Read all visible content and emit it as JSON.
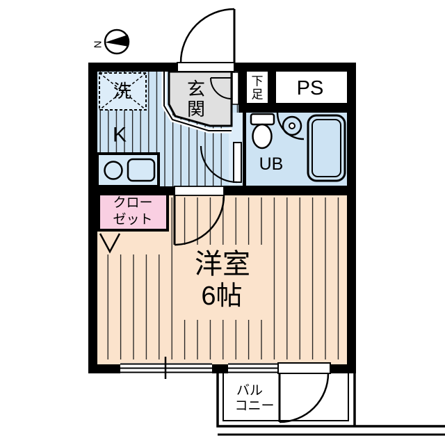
{
  "title": "apartment-floor-plan",
  "compass": {
    "label": "N"
  },
  "rooms": {
    "washer": {
      "label": "洗"
    },
    "kitchen": {
      "label": "K"
    },
    "entrance": {
      "chars": [
        "玄",
        "関"
      ]
    },
    "shoe_storage": {
      "chars": [
        "下",
        "足"
      ]
    },
    "pipe_space": {
      "label": "PS"
    },
    "unit_bath": {
      "label": "UB"
    },
    "closet": {
      "lines": [
        "クロー",
        "ゼット"
      ]
    },
    "western_room": {
      "lines": [
        "洋室",
        "6帖"
      ]
    },
    "balcony": {
      "lines": [
        "バル",
        "コニー"
      ]
    }
  },
  "colors": {
    "wall": "#000000",
    "water_area": "#cde3f3",
    "water_area_light": "#ddedf9",
    "room": "#fbe3cc",
    "closet": "#f9cfe2",
    "entrance": "#e0e0e0",
    "stripe": "#1c1c1c",
    "background": "#ffffff"
  }
}
